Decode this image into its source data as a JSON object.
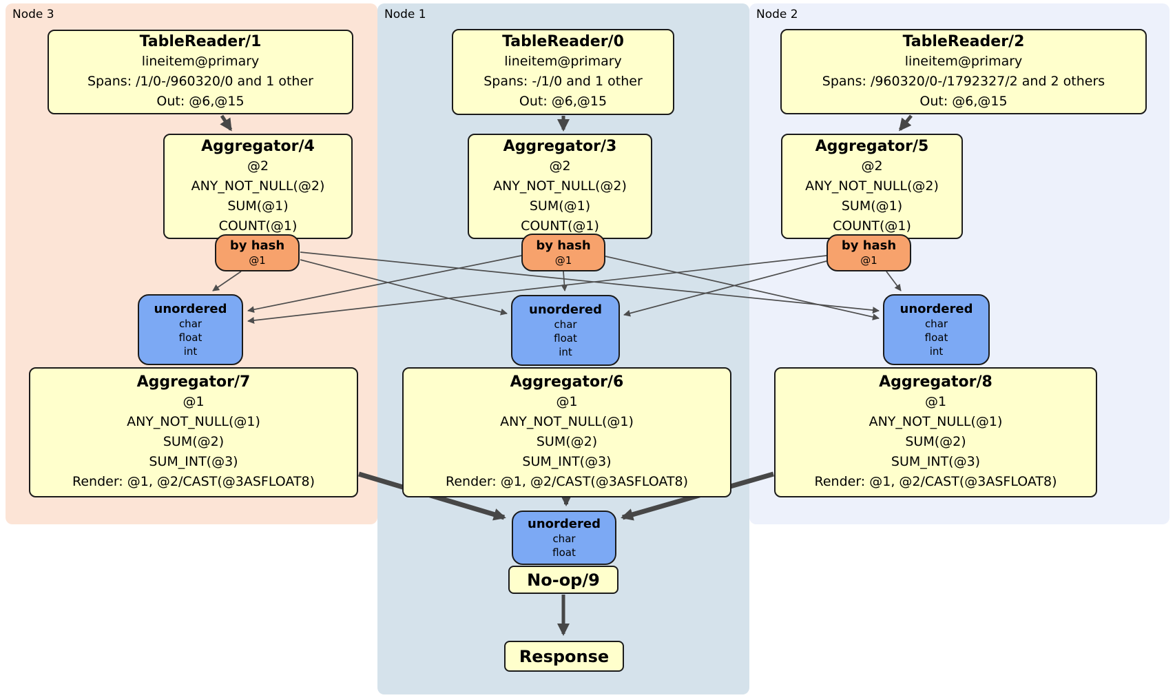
{
  "nodes": [
    {
      "label": "Node 3"
    },
    {
      "label": "Node 1"
    },
    {
      "label": "Node 2"
    }
  ],
  "readers": [
    {
      "title": "TableReader/1",
      "index": "lineitem@primary",
      "spans": "Spans: /1/0-/960320/0 and 1 other",
      "out": "Out: @6,@15"
    },
    {
      "title": "TableReader/0",
      "index": "lineitem@primary",
      "spans": "Spans: -/1/0 and 1 other",
      "out": "Out: @6,@15"
    },
    {
      "title": "TableReader/2",
      "index": "lineitem@primary",
      "spans": "Spans: /960320/0-/1792327/2 and 2 others",
      "out": "Out: @6,@15"
    }
  ],
  "stage1_aggregators": [
    {
      "title": "Aggregator/4",
      "lines": [
        "@2",
        "ANY_NOT_NULL(@2)",
        "SUM(@1)",
        "COUNT(@1)"
      ]
    },
    {
      "title": "Aggregator/3",
      "lines": [
        "@2",
        "ANY_NOT_NULL(@2)",
        "SUM(@1)",
        "COUNT(@1)"
      ]
    },
    {
      "title": "Aggregator/5",
      "lines": [
        "@2",
        "ANY_NOT_NULL(@2)",
        "SUM(@1)",
        "COUNT(@1)"
      ]
    }
  ],
  "hash_routers": [
    {
      "title": "by hash",
      "arg": "@1"
    },
    {
      "title": "by hash",
      "arg": "@1"
    },
    {
      "title": "by hash",
      "arg": "@1"
    }
  ],
  "sync_mergers": [
    {
      "title": "unordered",
      "types": [
        "char",
        "float",
        "int"
      ]
    },
    {
      "title": "unordered",
      "types": [
        "char",
        "float",
        "int"
      ]
    },
    {
      "title": "unordered",
      "types": [
        "char",
        "float",
        "int"
      ]
    }
  ],
  "stage2_aggregators": [
    {
      "title": "Aggregator/7",
      "lines": [
        "@1",
        "ANY_NOT_NULL(@1)",
        "SUM(@2)",
        "SUM_INT(@3)",
        "Render: @1, @2/CAST(@3ASFLOAT8)"
      ]
    },
    {
      "title": "Aggregator/6",
      "lines": [
        "@1",
        "ANY_NOT_NULL(@1)",
        "SUM(@2)",
        "SUM_INT(@3)",
        "Render: @1, @2/CAST(@3ASFLOAT8)"
      ]
    },
    {
      "title": "Aggregator/8",
      "lines": [
        "@1",
        "ANY_NOT_NULL(@1)",
        "SUM(@2)",
        "SUM_INT(@3)",
        "Render: @1, @2/CAST(@3ASFLOAT8)"
      ]
    }
  ],
  "final_merger": {
    "title": "unordered",
    "types": [
      "char",
      "float"
    ]
  },
  "noop": {
    "title": "No-op/9"
  },
  "response": {
    "title": "Response"
  },
  "colors": {
    "node3_bg": "#fce4d6",
    "node1_bg": "#d5e2eb",
    "node2_bg": "#edf1fb",
    "processor_bg": "#ffffcc",
    "router_bg": "#f7a26c",
    "sync_bg": "#7ca9f4",
    "edge": "#4d4d4d"
  }
}
